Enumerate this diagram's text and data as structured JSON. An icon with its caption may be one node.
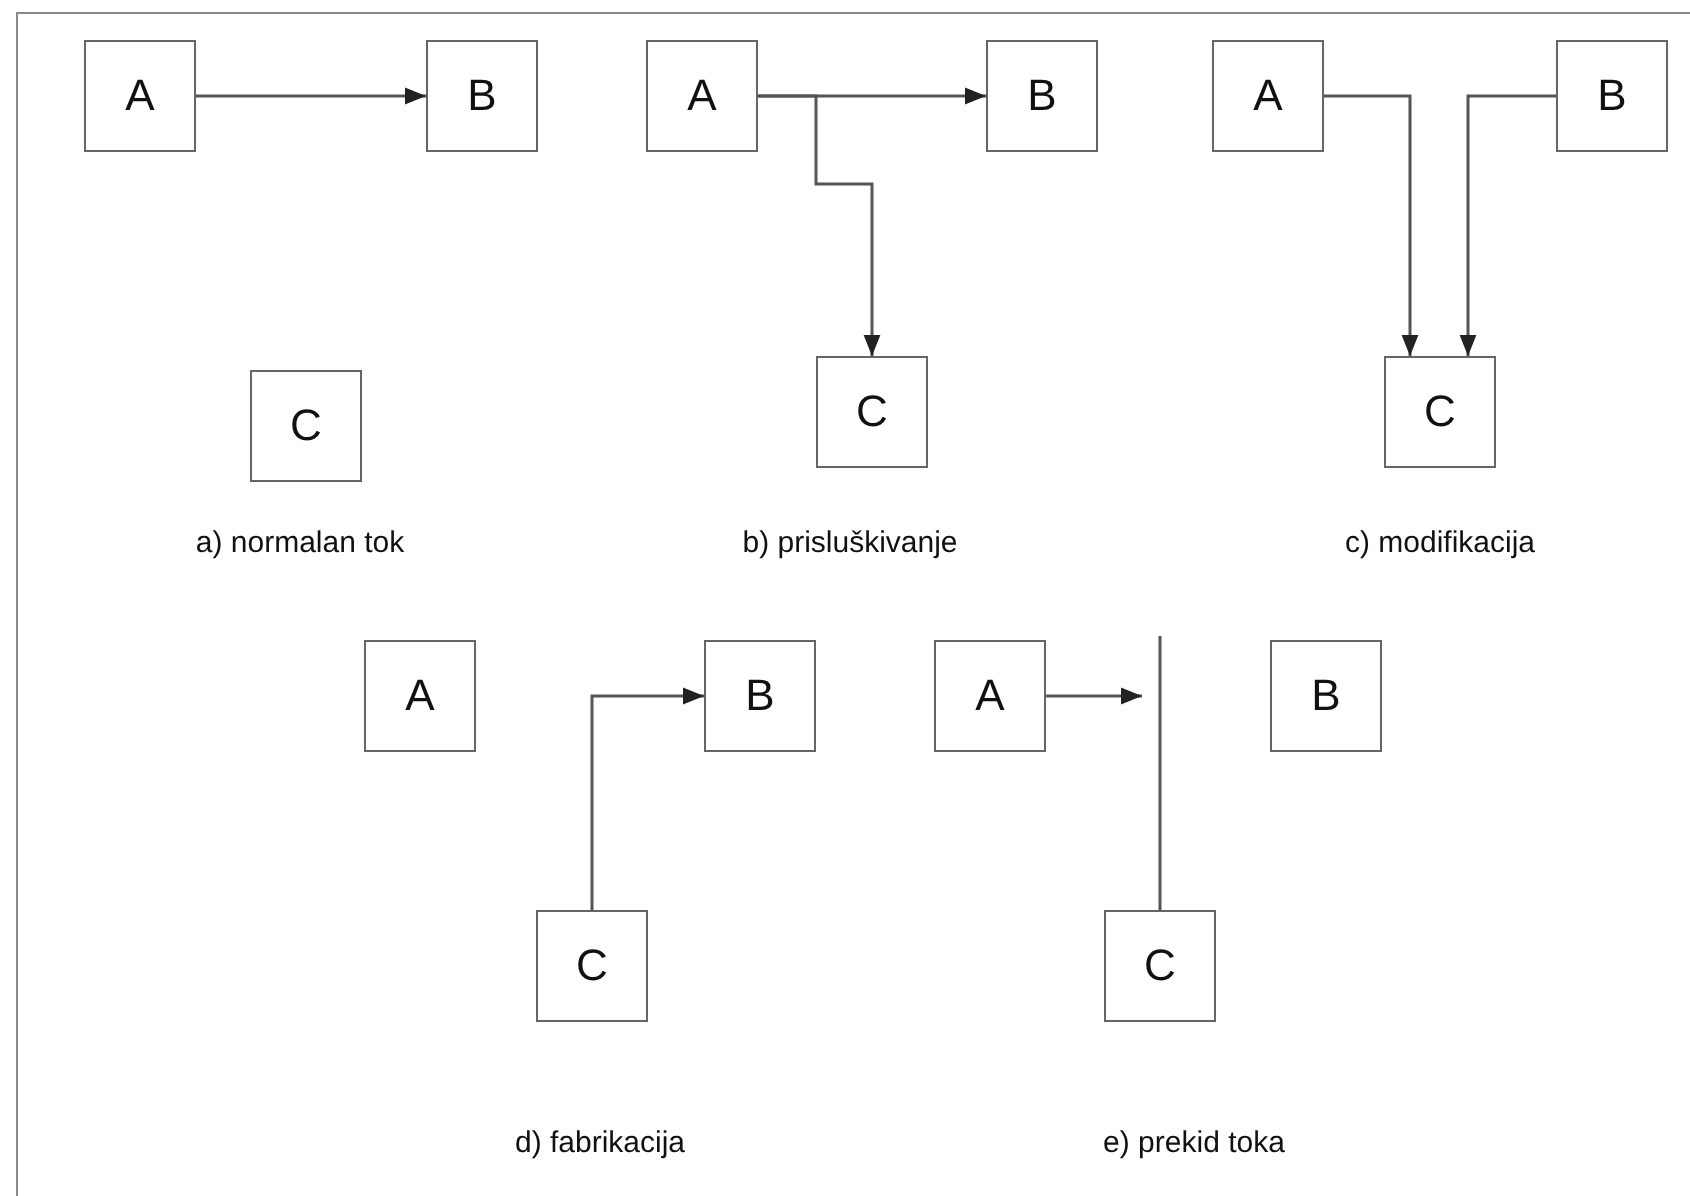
{
  "diagram": {
    "nodes": [
      {
        "text": [
          "A"
        ]
      },
      {
        "text": [
          "B"
        ]
      },
      {
        "text": [
          "C"
        ]
      },
      {
        "text": [
          "A"
        ]
      },
      {
        "text": [
          "B"
        ]
      },
      {
        "text": [
          "C"
        ]
      },
      {
        "text": [
          "A"
        ]
      },
      {
        "text": [
          "B"
        ]
      },
      {
        "text": [
          "C"
        ]
      },
      {
        "text": [
          "A"
        ]
      },
      {
        "text": [
          "B"
        ]
      },
      {
        "text": [
          "C"
        ]
      },
      {
        "text": [
          "A"
        ]
      },
      {
        "text": [
          "B"
        ]
      },
      {
        "text": [
          "C"
        ]
      }
    ],
    "edges": [
      {
        "from": 0,
        "to": 1,
        "arrow": "to"
      },
      {
        "from": 3,
        "to": 4,
        "arrow": "to"
      },
      {
        "from": 3,
        "to": 5,
        "arrow": "to"
      },
      {
        "from": 6,
        "to": 8,
        "arrow": "to"
      },
      {
        "from": 7,
        "to": 8,
        "arrow": "to"
      },
      {
        "from": 11,
        "to": 10,
        "arrow": "to"
      },
      {
        "from": 12,
        "to": null,
        "arrow": "to"
      },
      {
        "from": 14,
        "to": null,
        "arrow": "none"
      }
    ],
    "labels": [
      "a) normalan tok",
      "b) prisluškivanje",
      "c) modifikacija",
      "d) fabrikacija",
      "e) prekid toka"
    ]
  }
}
